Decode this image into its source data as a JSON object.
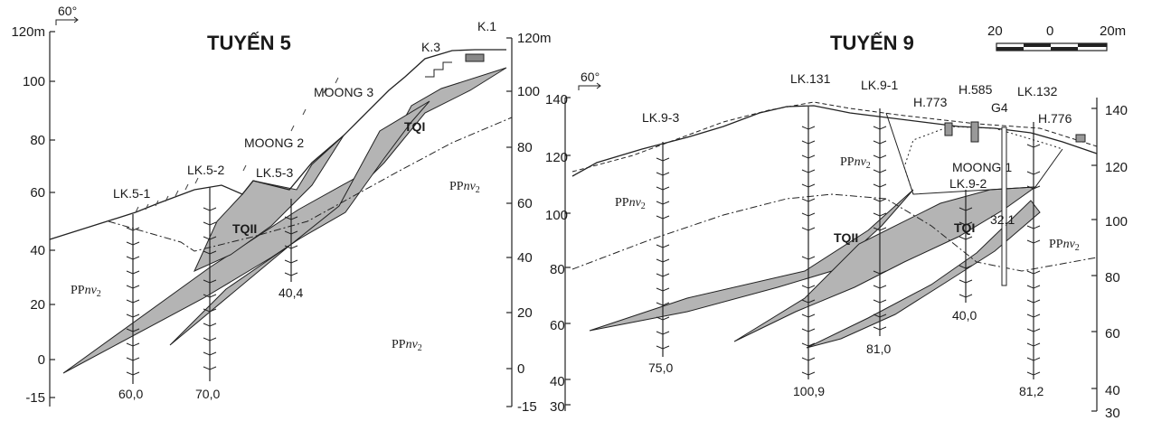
{
  "section_5": {
    "title": "TUYẾN 5",
    "angle": "60°",
    "left_axis": [
      "120m",
      "100",
      "80",
      "60",
      "40",
      "20",
      "0",
      "-15"
    ],
    "right_axis": [
      "120m",
      "100",
      "80",
      "60",
      "40",
      "20",
      "0",
      "-15"
    ],
    "labels": {
      "k1": "K.1",
      "k3": "K.3",
      "moong3": "MOONG 3",
      "moong2": "MOONG 2",
      "lk52": "LK.5-2",
      "lk53": "LK.5-3",
      "lk51": "LK.5-1"
    },
    "zones": {
      "tqi": "TQI",
      "tqii": "TQII"
    },
    "rock": {
      "pp": "PP",
      "nv": "nv",
      "sub": "2"
    },
    "depths": {
      "lk51": "60,0",
      "lk52": "70,0",
      "lk53": "40,4"
    }
  },
  "section_9": {
    "title": "TUYẾN 9",
    "angle": "60°",
    "scale": {
      "left": "20",
      "mid": "0",
      "right": "20m"
    },
    "left_axis": [
      "140",
      "120",
      "100",
      "80",
      "60",
      "40",
      "30"
    ],
    "right_axis": [
      "140",
      "120",
      "100",
      "80",
      "60",
      "40",
      "30"
    ],
    "labels": {
      "lk131": "LK.131",
      "lk91": "LK.9-1",
      "h773": "H.773",
      "h585": "H.585",
      "g4": "G4",
      "lk132": "LK.132",
      "h776": "H.776",
      "lk93": "LK.9-3",
      "moong1": "MOONG 1",
      "lk92": "LK.9-2"
    },
    "zones": {
      "tqi": "TQI",
      "tqii": "TQII"
    },
    "rock": {
      "pp": "PP",
      "nv": "nv",
      "sub": "2"
    },
    "depths": {
      "lk93": "75,0",
      "lk131": "100,9",
      "lk91": "81,0",
      "lk92": "40,0",
      "lk132": "81,2",
      "g4": "32,1"
    }
  }
}
